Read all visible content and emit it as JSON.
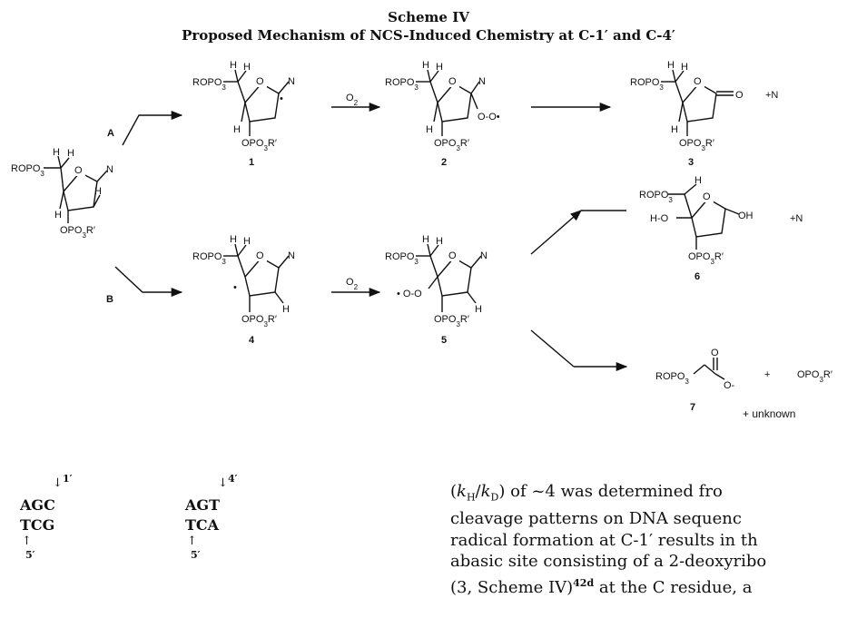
{
  "scheme": {
    "title": "Scheme IV",
    "subtitle": "Proposed Mechanism of NCS-Induced Chemistry at C-1′ and C-4′",
    "path_a": "A",
    "path_b": "B",
    "reagent": "O",
    "reagent_sub": "2",
    "labels": {
      "ropo3": "ROPO",
      "sub3": "3",
      "opo3r": "OPO",
      "r_prime": "R′",
      "h": "H",
      "n": "N",
      "o": "O",
      "oo_radical_right": "O-O•",
      "oo_radical_left": "• O-O",
      "plus_n": "+N",
      "oh": "OH",
      "ho": "H-O",
      "carbonyl_o": "O",
      "carbox_o": "O",
      "carbox_minus": "O-",
      "plus": "+",
      "dot": "•",
      "unknown": "+ unknown"
    },
    "compounds": [
      "1",
      "2",
      "3",
      "4",
      "5",
      "6",
      "7"
    ]
  },
  "sequences": {
    "left": {
      "top": "AGC",
      "bottom": "TCG",
      "site": "1′",
      "strand": "5′"
    },
    "right": {
      "top": "AGT",
      "bottom": "TCA",
      "site": "4′",
      "strand": "5′"
    },
    "down_arrow": "↓",
    "up_arrow": "↑"
  },
  "body_text": {
    "line1_pre": "(",
    "kh": "k",
    "kh_sub": "H",
    "slash": "/",
    "kd": "k",
    "kd_sub": "D",
    "line1_post": ") of ~4 was determined fro",
    "line2": "cleavage patterns on DNA sequenc",
    "line3": "radical formation at C-1′ results in th",
    "line4": "abasic site consisting of a 2-deoxyribo",
    "line5_pre": "(3, Scheme IV)",
    "line5_ref": "42d",
    "line5_post": " at the C residue, a"
  }
}
